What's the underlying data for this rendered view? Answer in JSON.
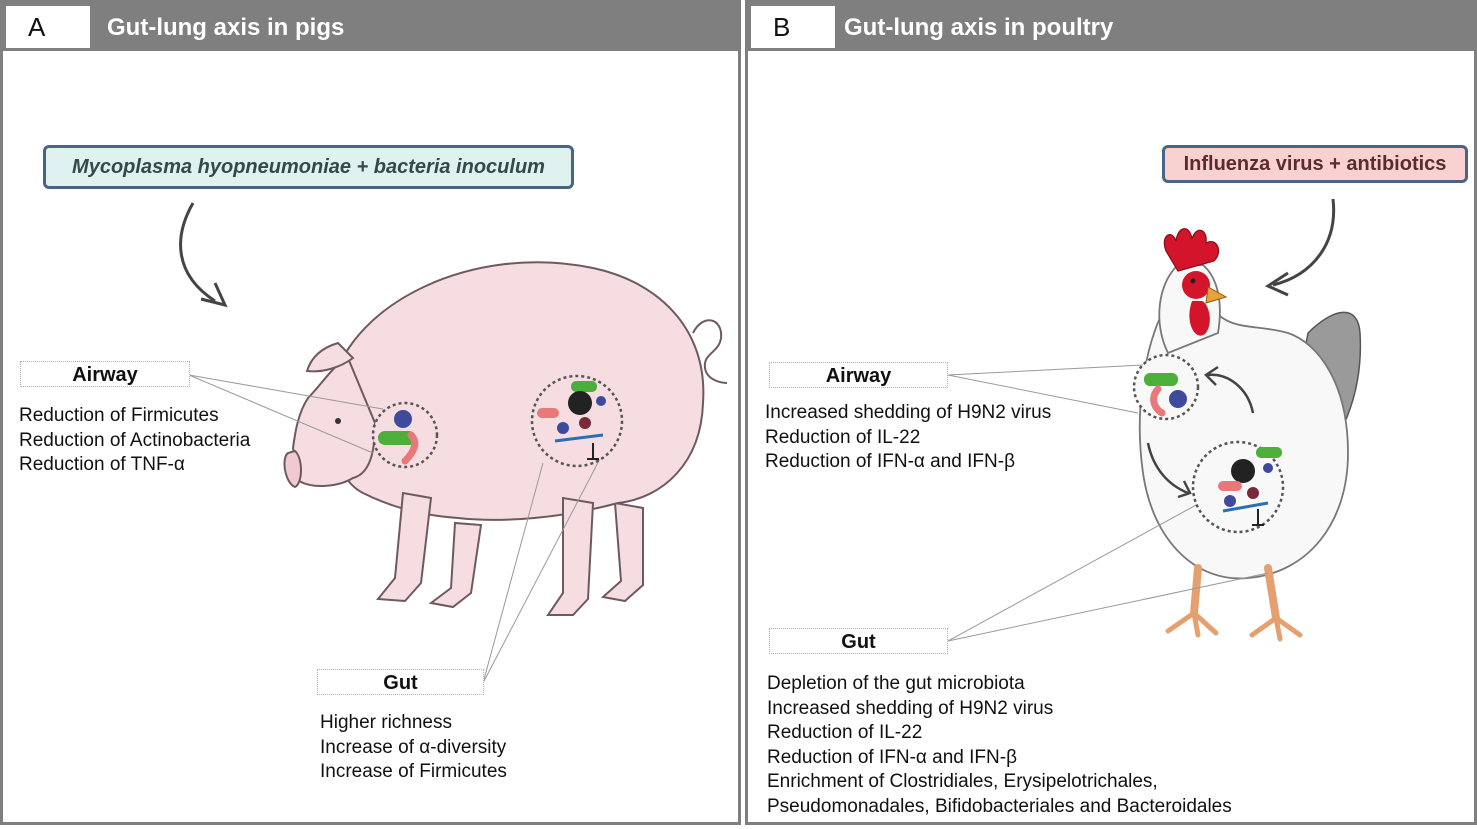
{
  "panel_a": {
    "letter": "A",
    "title": "Gut-lung axis in pigs",
    "inoculum": "Mycoplasma hyopneumoniae + bacteria inoculum",
    "airway": {
      "label": "Airway",
      "effects": [
        "Reduction of Firmicutes",
        "Reduction of Actinobacteria",
        "Reduction of TNF-α"
      ]
    },
    "gut": {
      "label": "Gut",
      "effects": [
        "Higher richness",
        "Increase of  α-diversity",
        "Increase of Firmicutes"
      ]
    }
  },
  "panel_b": {
    "letter": "B",
    "title": "Gut-lung axis in poultry",
    "inoculum": "Influenza virus + antibiotics",
    "airway": {
      "label": "Airway",
      "effects": [
        "Increased shedding of H9N2 virus",
        "Reduction of IL-22",
        "Reduction of IFN-α and IFN-β"
      ]
    },
    "gut": {
      "label": "Gut",
      "effects": [
        "Depletion of the gut microbiota",
        "Increased shedding of H9N2 virus",
        "Reduction of IL-22",
        "Reduction of IFN-α and IFN-β",
        "Enrichment of Clostridiales, Erysipelotrichales,",
        "Pseudomonadales, Bifidobacteriales and Bacteroidales"
      ]
    }
  },
  "colors": {
    "panel_border": "#7f7f7f",
    "header_bg": "#7f7f7f",
    "pig_inoculum_bg": "#dff2ef",
    "poultry_inoculum_bg": "#f9d1d1",
    "inoculum_border": "#4a6484",
    "pig_skin": "#f6dde2",
    "microbe_green": "#4caf3a",
    "microbe_pink": "#e8787a",
    "microbe_blue": "#3e4a9c"
  },
  "icons": [
    "curved-arrow-icon",
    "pig-illustration",
    "rooster-illustration",
    "airway-microbiota-icon",
    "gut-microbiota-icon"
  ]
}
